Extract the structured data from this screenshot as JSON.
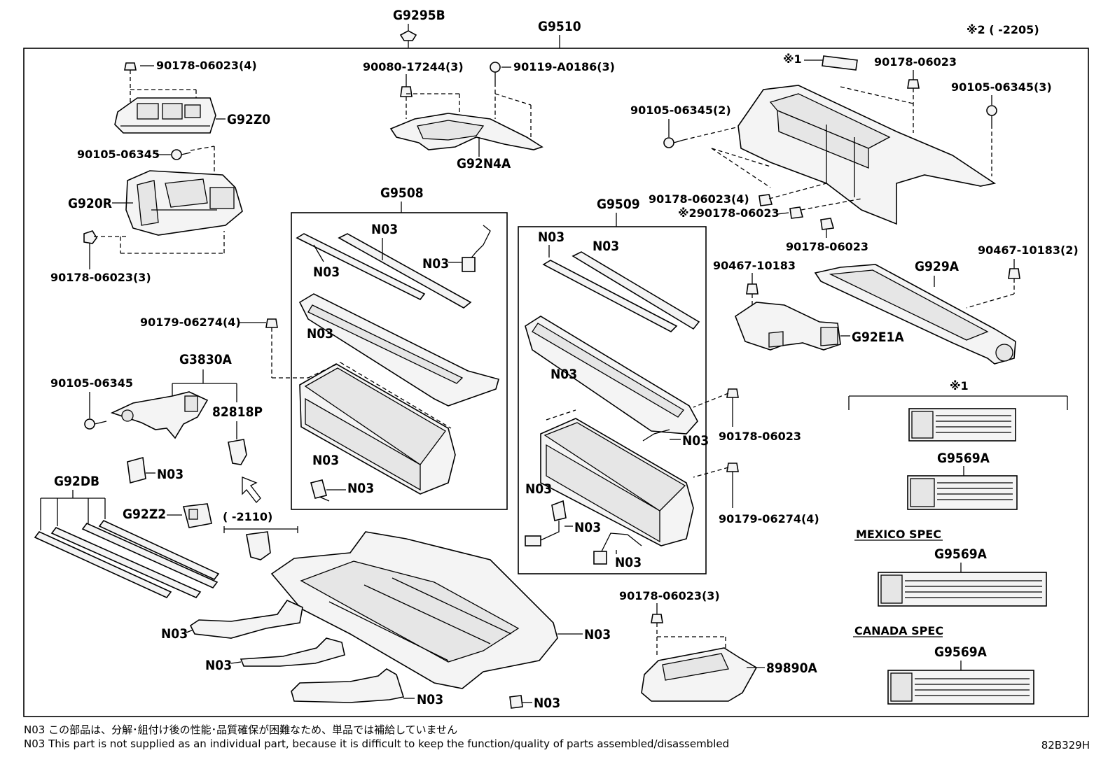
{
  "header": {
    "g9295b": "G9295B",
    "g9510": "G9510",
    "range_note": "※2 (     -2205)"
  },
  "labels": {
    "bolt_90178_4": "90178-06023(4)",
    "g92z0": "G92Z0",
    "bolt_90105_a": "90105-06345",
    "g920r": "G920R",
    "nut_90178_3a": "90178-06023(3)",
    "clip_90080": "90080-17244(3)",
    "bolt_90119": "90119-A0186(3)",
    "g92n4a": "G92N4A",
    "mark1_top": "※1",
    "nut_90178_tr": "90178-06023",
    "bolt_90105_3": "90105-06345(3)",
    "bolt_90105_2": "90105-06345(2)",
    "nut_90178_4b": "90178-06023(4)",
    "nut_x2_90178": "※290178-06023",
    "nut_90178_b": "90178-06023",
    "g9508": "G9508",
    "g9509": "G9509",
    "n03": "N03",
    "clip_90467": "90467-10183",
    "clip_90467_2": "90467-10183(2)",
    "g929a": "G929A",
    "g92e1a": "G92E1A",
    "nut_90179_4a": "90179-06274(4)",
    "g3830a": "G3830A",
    "bolt_90105_c": "90105-06345",
    "p82818p": "82818P",
    "g92db": "G92DB",
    "g92z2": "G92Z2",
    "range_2110": "(     -2110)",
    "nut_90178_c": "90178-06023",
    "nut_90179_4b": "90179-06274(4)",
    "nut_90178_3b": "90178-06023(3)",
    "p89890a": "89890A",
    "mark1_label": "※1",
    "g9569a": "G9569A",
    "mexico_spec": "MEXICO SPEC",
    "canada_spec": "CANADA SPEC"
  },
  "notes": {
    "jp": "N03 この部品は、分解･組付け後の性能･品質確保が困難なため、単品では補給していません",
    "en": "N03 This part is not supplied as an individual part, because it is difficult to keep the function/quality of parts assembled/disassembled",
    "code": "82B329H"
  }
}
